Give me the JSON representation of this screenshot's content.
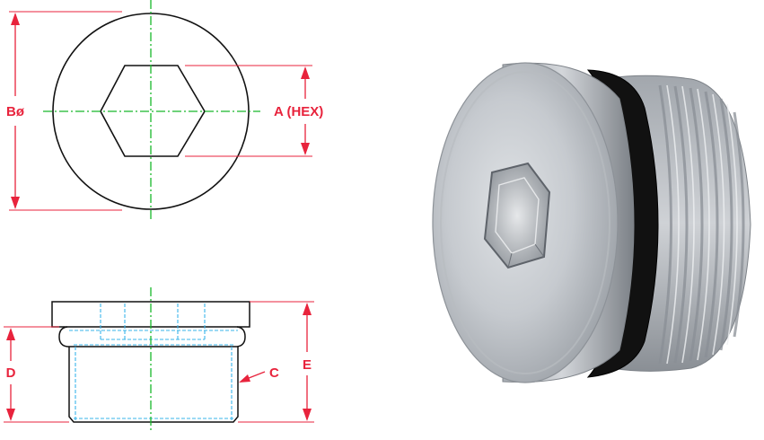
{
  "labels": {
    "b_dia": "Bø",
    "hex": "A (HEX)",
    "d": "D",
    "e": "E",
    "c": "C"
  },
  "colors": {
    "outline": "#111111",
    "centerline": "#18b82a",
    "dimension": "#e8233c",
    "hidden": "#3ab4ea",
    "label": "#e8233c"
  }
}
